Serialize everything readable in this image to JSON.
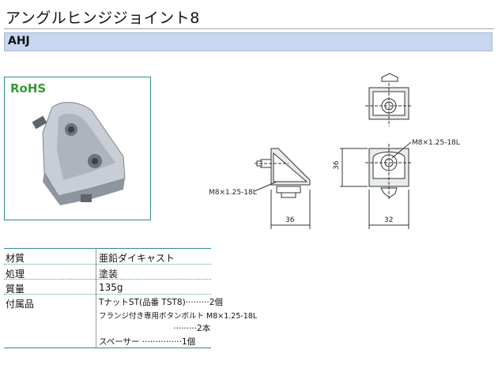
{
  "header": {
    "title": "アングルヒンジジョイント8",
    "code": "AHJ"
  },
  "badge": {
    "label": "RoHS"
  },
  "drawing": {
    "thread_label_side": "M8×1.25-18L",
    "thread_label_top": "M8×1.25-18L",
    "dim_width_side": "36",
    "dim_height_front": "36",
    "dim_width_front": "32"
  },
  "specs": {
    "material_key": "材質",
    "material_val": "亜鉛ダイキャスト",
    "finish_key": "処理",
    "finish_val": "塗装",
    "weight_key": "質量",
    "weight_val": "135g",
    "accessories_key": "付属品",
    "acc1": "TナットST(品番 TST8)·········2個",
    "acc2": "フランジ付き専用ボタンボルト M8×1.25-18L",
    "acc3": "·········2本",
    "acc4": "スペーサー   ···············1個"
  },
  "colors": {
    "header_bar": "#c8d7ef",
    "rule": "#2f8c8c",
    "rohs": "#3a9b33"
  }
}
